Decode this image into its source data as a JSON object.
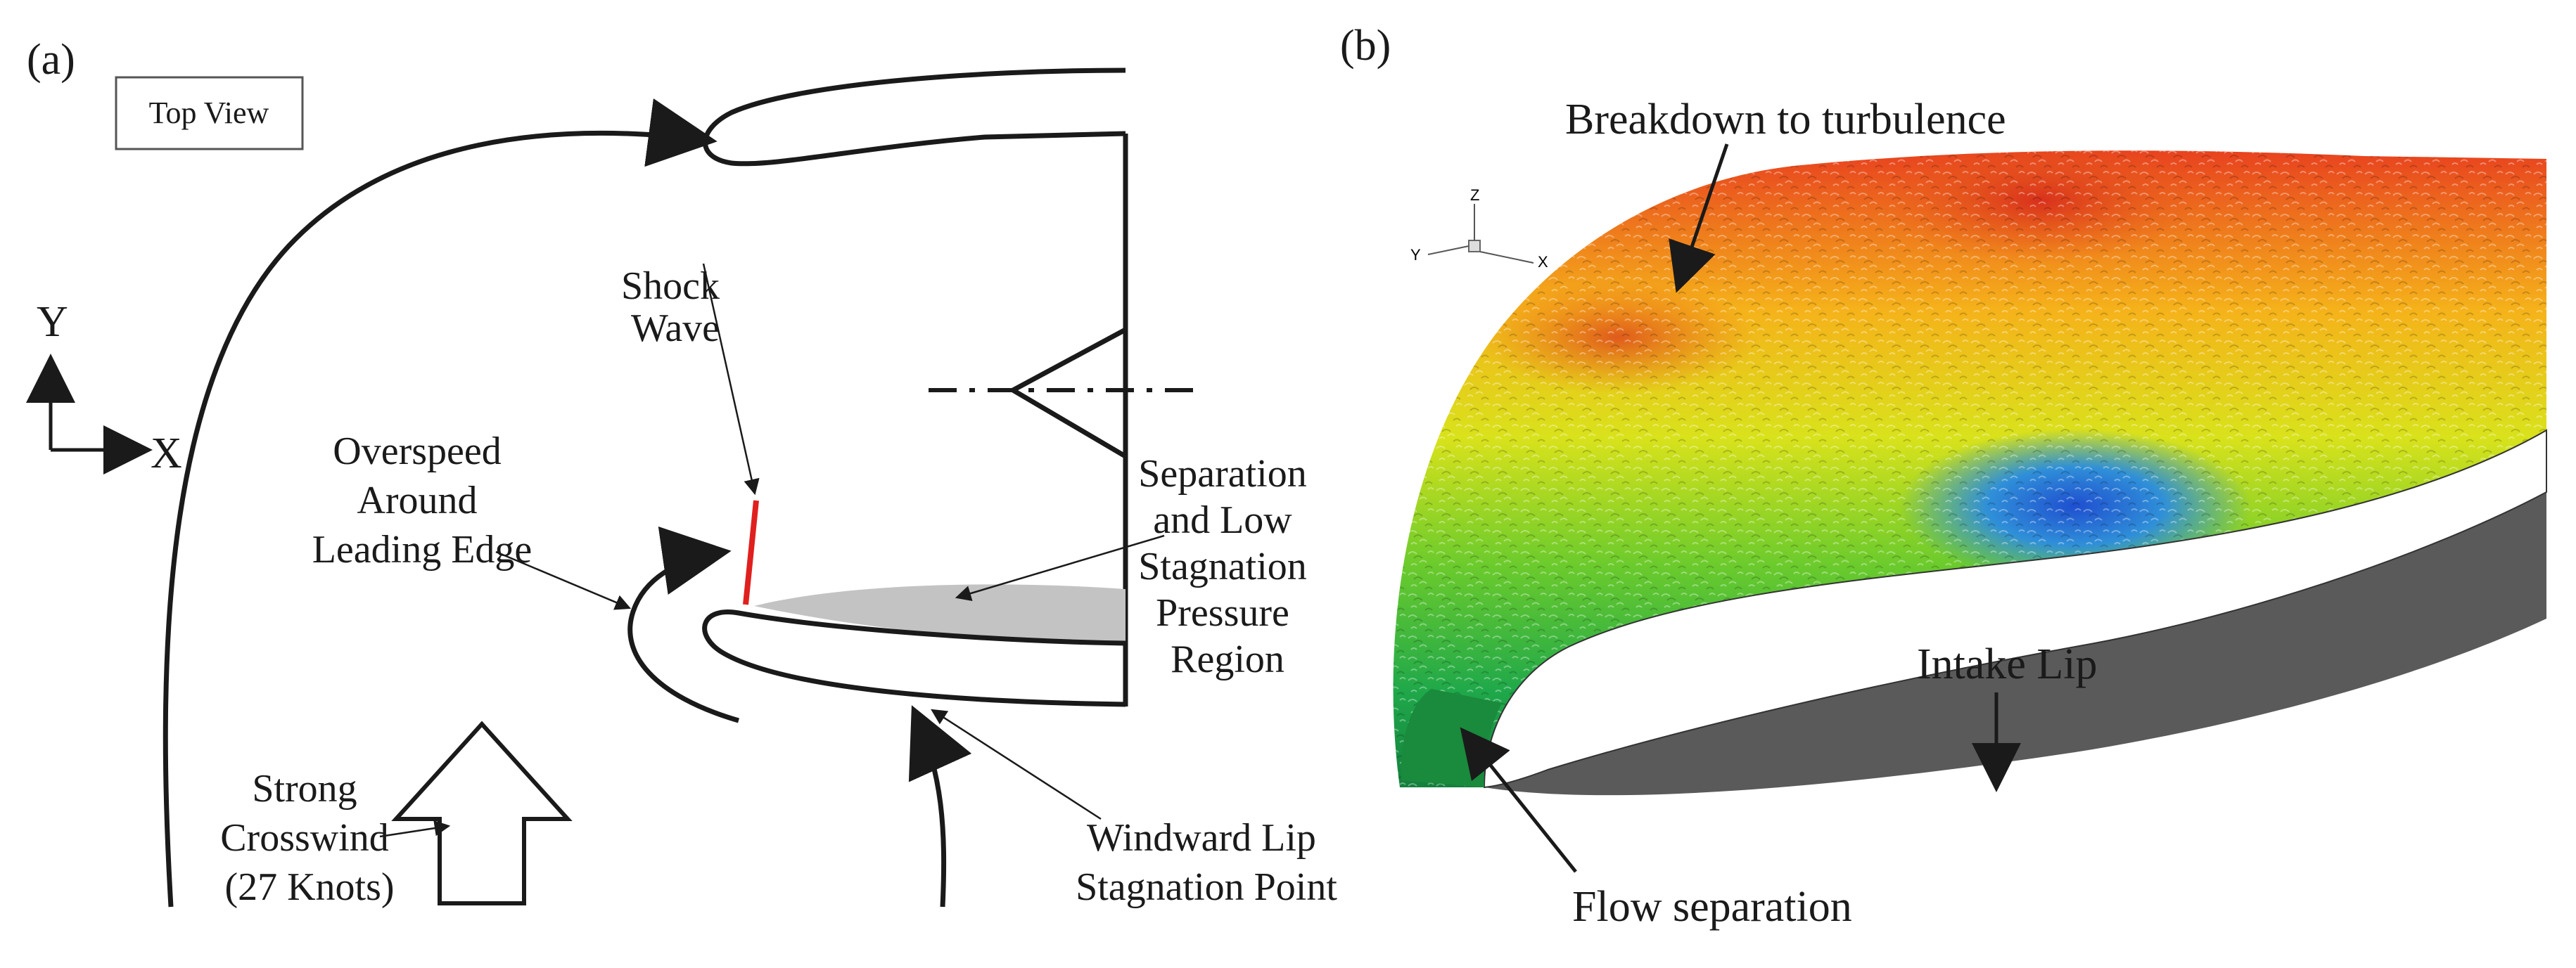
{
  "panel_a": {
    "tag": "(a)",
    "view_box_label": "Top View",
    "axis_y": "Y",
    "axis_x": "X",
    "shock_wave": [
      "Shock",
      "Wave"
    ],
    "overspeed": [
      "Overspeed",
      "Around",
      "Leading Edge"
    ],
    "separation": [
      "Separation",
      "and Low",
      "Stagnation",
      "Pressure",
      "Region"
    ],
    "windward": [
      "Windward Lip",
      "Stagnation Point"
    ],
    "crosswind": [
      "Strong",
      "Crosswind",
      "(27 Knots)"
    ]
  },
  "panel_b": {
    "tag": "(b)",
    "breakdown": "Breakdown to turbulence",
    "intake_lip": "Intake Lip",
    "flow_separation": "Flow separation",
    "triad": {
      "z": "Z",
      "y": "Y",
      "x": "X"
    }
  },
  "colors": {
    "line": "#1a1a1a",
    "shock": "#e0201e",
    "separation_region": "#c3c3c3",
    "lip_surface": "#5a5a5a"
  }
}
